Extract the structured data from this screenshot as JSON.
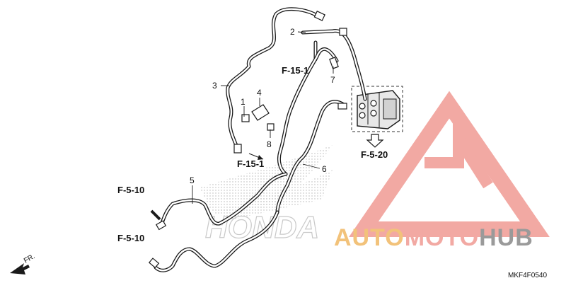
{
  "diagram": {
    "part_numbers": [
      "1",
      "2",
      "3",
      "4",
      "5",
      "6",
      "7",
      "8"
    ],
    "references": {
      "f15_upper": "F-15-1",
      "f15_lower": "F-15-1",
      "f520": "F-5-20",
      "f510_upper": "F-5-10",
      "f510_lower": "F-5-10"
    },
    "front_marker": "FR.",
    "figure_code": "MKF4F0540",
    "ghost_brand": "HONDA"
  },
  "watermark": {
    "auto": "AUTO",
    "moto": "MOTO",
    "hub": "HUB",
    "colors": {
      "auto": "#f2c27a",
      "moto": "#f2a9a3",
      "hub": "#9a9a9a",
      "triangle": "#f2a9a3"
    }
  }
}
